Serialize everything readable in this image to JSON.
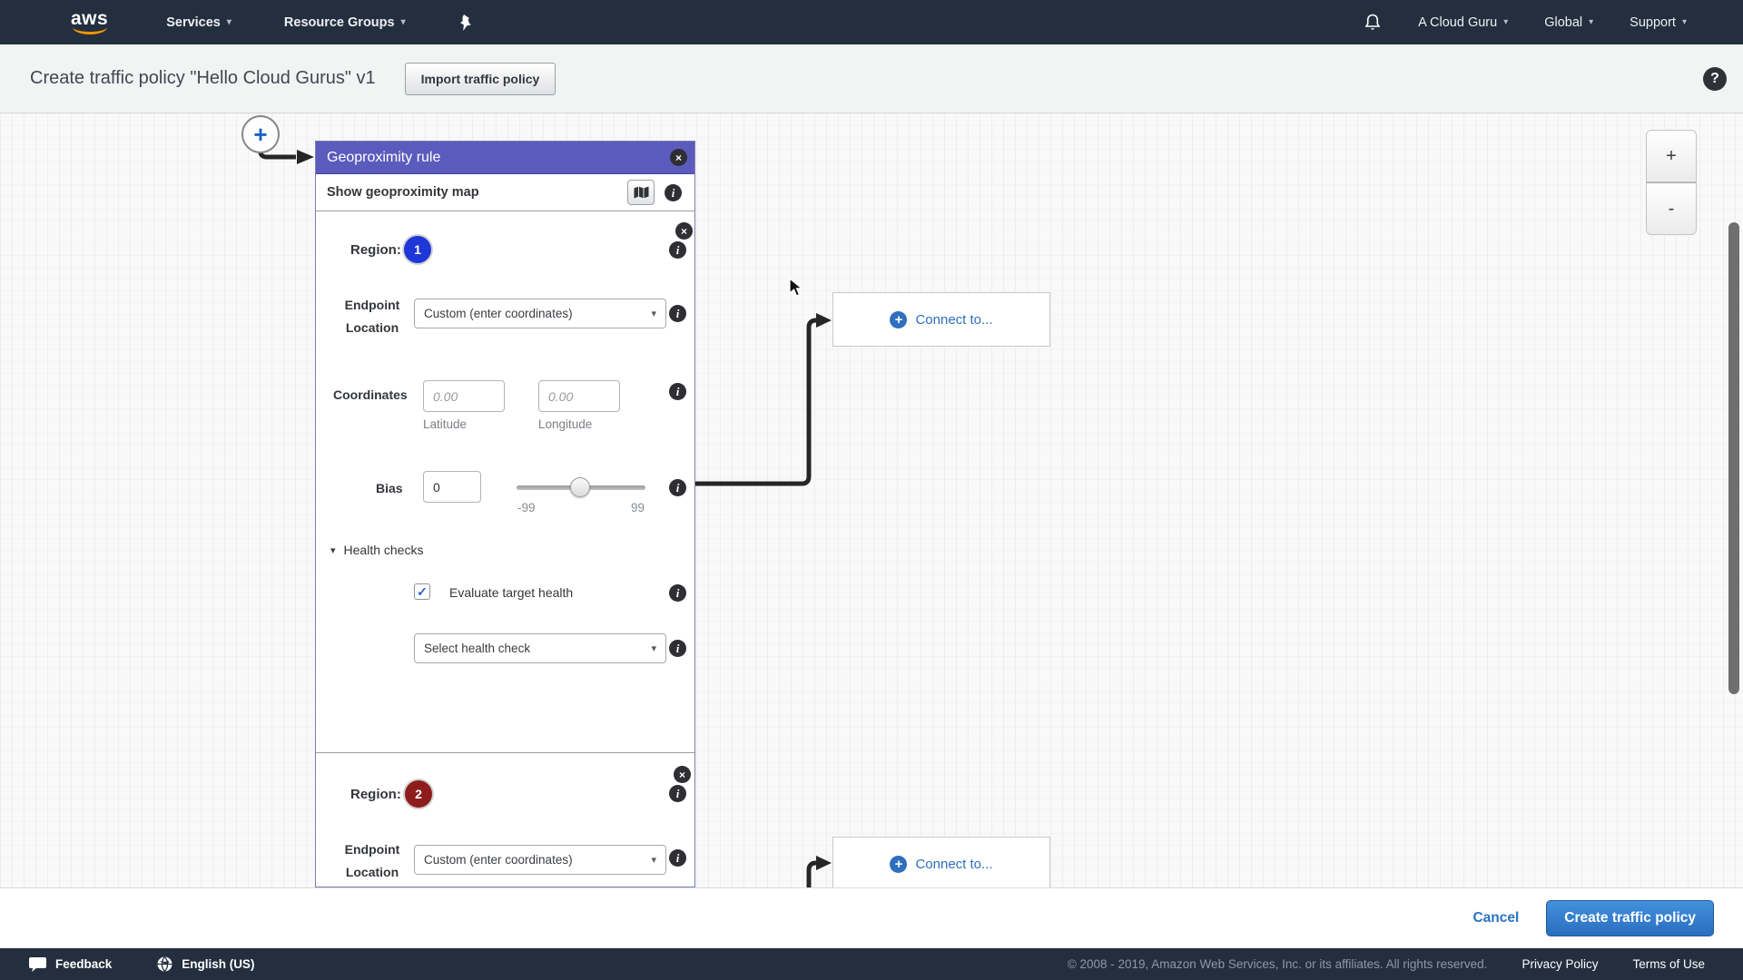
{
  "topnav": {
    "logo_text": "aws",
    "services": "Services",
    "resource_groups": "Resource Groups",
    "account": "A Cloud Guru",
    "region": "Global",
    "support": "Support"
  },
  "header": {
    "title": "Create traffic policy \"Hello Cloud Gurus\" v1",
    "import_button": "Import traffic policy"
  },
  "canvas": {
    "rule_card": {
      "title": "Geoproximity rule",
      "show_map_label": "Show geoproximity map",
      "regions": [
        {
          "label": "Region:",
          "badge": "1",
          "endpoint_line1": "Endpoint",
          "endpoint_line2": "Location",
          "endpoint_value": "Custom (enter coordinates)",
          "coordinates_label": "Coordinates",
          "lat_placeholder": "0.00",
          "lng_placeholder": "0.00",
          "lat_label": "Latitude",
          "lng_label": "Longitude",
          "bias_label": "Bias",
          "bias_value": "0",
          "slider_min": "-99",
          "slider_max": "99",
          "health_section_label": "Health checks",
          "evaluate_label": "Evaluate target health",
          "health_check_value": "Select health check"
        },
        {
          "label": "Region:",
          "badge": "2",
          "endpoint_line1": "Endpoint",
          "endpoint_line2": "Location",
          "endpoint_value": "Custom (enter coordinates)"
        }
      ]
    },
    "connect_boxes": [
      {
        "label": "Connect to..."
      },
      {
        "label": "Connect to..."
      }
    ],
    "zoom_in": "+",
    "zoom_out": "-"
  },
  "actions": {
    "cancel": "Cancel",
    "create": "Create traffic policy"
  },
  "bottombar": {
    "feedback": "Feedback",
    "language": "English (US)",
    "copyright": "© 2008 - 2019, Amazon Web Services, Inc. or its affiliates. All rights reserved.",
    "privacy": "Privacy Policy",
    "terms": "Terms of Use"
  },
  "glyphs": {
    "caret_down": "▾",
    "close": "×",
    "info": "i",
    "check": "✓",
    "plus": "+",
    "help": "?",
    "tri_down": "▾"
  },
  "colors": {
    "accent-purple": "#5b5bbd",
    "badge-blue": "#1f36d8",
    "badge-red": "#8e1c1c",
    "link-blue": "#2e6fbe",
    "nav-dark": "#232f3e",
    "aws-orange": "#f79400"
  }
}
